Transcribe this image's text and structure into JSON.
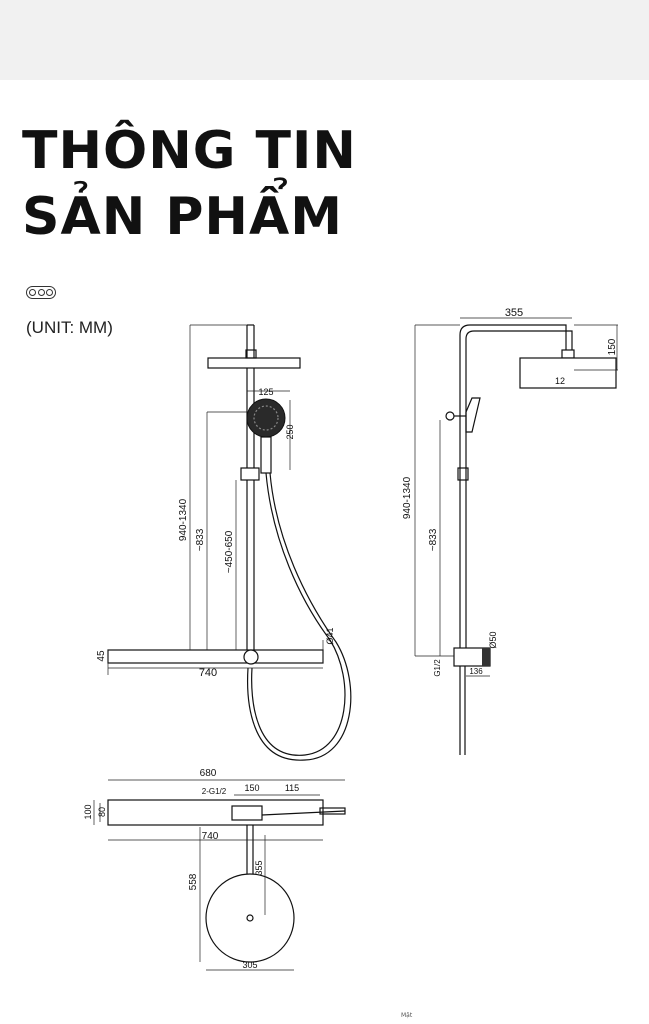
{
  "header": {
    "title_line1": "THÔNG TIN",
    "title_line2": "SẢN PHẨM"
  },
  "unit_label": "(UNIT: MM)",
  "icons": {
    "badge": "three-dots-icon"
  },
  "front_view": {
    "height_total": "940-1340",
    "height_mid": "~833",
    "hand_range": "~450-650",
    "handshower_width": "125",
    "handshower_height": "250",
    "diverter_dia": "Ø41",
    "shelf_height": "45",
    "shelf_width": "740"
  },
  "side_view": {
    "arm_length": "355",
    "head_height": "150",
    "head_thickness": "12",
    "height_total": "940-1340",
    "height_mid": "~833",
    "valve_dia": "Ø50",
    "inlet": "G1/2",
    "valve_depth": "136"
  },
  "top_view": {
    "overall_width": "680",
    "inlet_spacing": "150",
    "inlet_label": "2-G1/2",
    "spout_length": "115",
    "depth_100": "100",
    "depth_80": "80",
    "shelf_width": "740",
    "arm_355": "355",
    "depth_558": "558",
    "head_dia": "305"
  },
  "footer_mark": "Mặt"
}
